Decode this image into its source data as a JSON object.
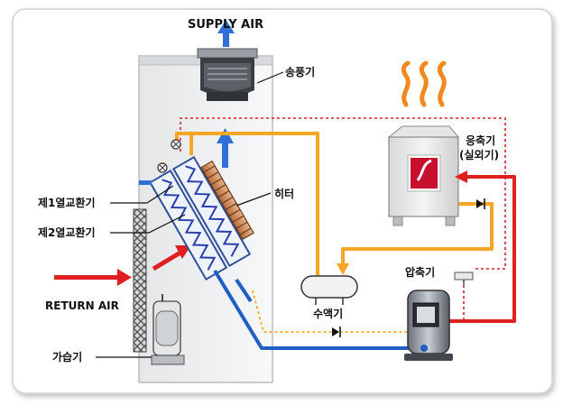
{
  "labels": {
    "supply_air": "SUPPLY AIR",
    "return_air": "RETURN AIR",
    "blower": "송풍기",
    "heater": "히터",
    "heat_exchanger_1": "제1열교환기",
    "heat_exchanger_2": "제2열교환기",
    "humidifier": "가습기",
    "condenser": "응축기",
    "condenser_sub": "(실외기)",
    "receiver": "수액기",
    "compressor": "압축기"
  },
  "colors": {
    "hot_line": "#f5a623",
    "cold_line": "#1f5fc4",
    "red_line": "#e02020",
    "supply_arrow": "#2f6fd6",
    "return_arrow": "#e02020",
    "heat_waves": "#f08a1e"
  },
  "icons": [
    "heat-wave-icon",
    "check-valve-icon",
    "expansion-valve-icon"
  ]
}
